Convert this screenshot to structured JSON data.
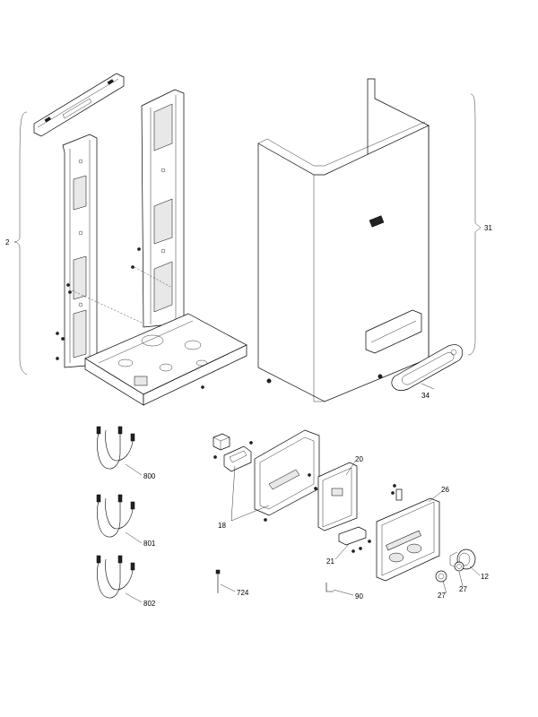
{
  "callouts": {
    "frame": "2",
    "casing": "31",
    "gasket": "34",
    "harness_a": "800",
    "harness_b": "801",
    "harness_c": "802",
    "panel_gasket": "18",
    "pcb": "20",
    "control_panel": "26",
    "bracket": "21",
    "knob": "12",
    "knob_ring_a": "27",
    "knob_ring_b": "27",
    "pin": "724",
    "clip": "90"
  }
}
